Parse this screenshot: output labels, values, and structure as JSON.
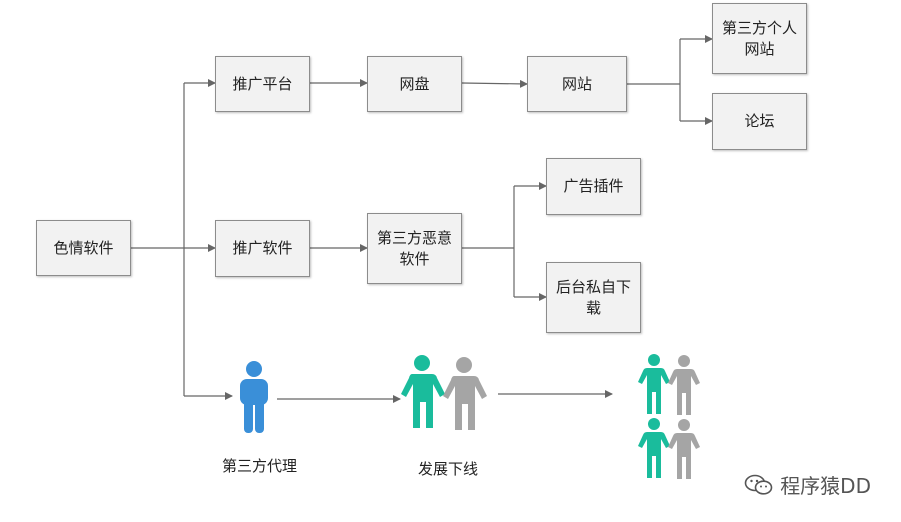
{
  "colors": {
    "box_fill": "#f2f2f2",
    "box_border": "#8c8c8c",
    "line": "#666666",
    "agent_blue": "#3a8fd8",
    "teal": "#1abc9c",
    "gray": "#a5a5a5"
  },
  "nodes": {
    "root": "色情软件",
    "promo_platform": "推广平台",
    "netdisk": "网盘",
    "website": "网站",
    "third_party_site": "第三方个人网站",
    "forum": "论坛",
    "promo_software": "推广软件",
    "malware": "第三方恶意软件",
    "ad_plugin": "广告插件",
    "bg_download": "后台私自下载"
  },
  "captions": {
    "agent": "第三方代理",
    "develop_downline": "发展下线"
  },
  "watermark": "程序猿DD",
  "icons": {
    "agent": "person-icon",
    "downline_pair": "two-people-icon",
    "network_groups": "people-group-icon",
    "watermark": "wechat-icon"
  }
}
